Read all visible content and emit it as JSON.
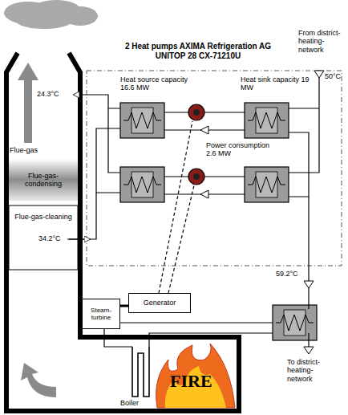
{
  "diagram": {
    "title": "2 Heat pumps AXIMA Refrigeration AG UNITOP 28 CX-71210U",
    "nodes": [
      {
        "text": [
          "Flue-gas-condensing"
        ]
      },
      {
        "text": [
          "Flue-gas-cleaning"
        ]
      },
      {
        "text": [
          "Steam-turbine"
        ]
      },
      {
        "text": [
          "Generator"
        ]
      }
    ],
    "edges": [
      {
        "from": 2,
        "to": 3,
        "arrow": "none"
      }
    ],
    "labels": [
      "From district-heating-network",
      "50°C",
      "24.3°C",
      "Heat source capacity 16.6 MW",
      "Heat sink capacity 19 MW",
      "Flue-gas",
      "Power consumption 2.6 MW",
      "34.2°C",
      "59.2°C",
      "Boiler",
      "FIRE",
      "To district-heating-network"
    ]
  }
}
